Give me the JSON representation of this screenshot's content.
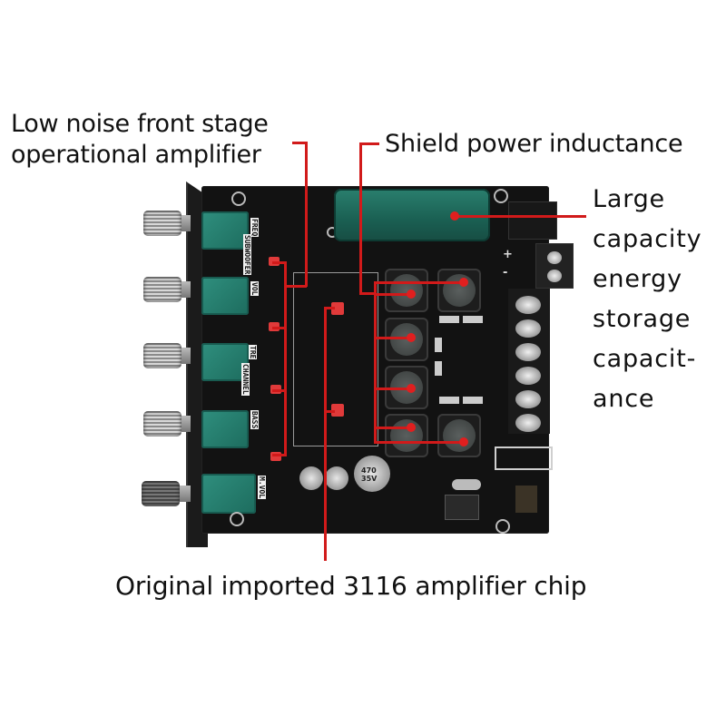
{
  "image": {
    "description": "Annotated product photo of a Bluetooth audio amplifier PCB with tone-control potentiometers",
    "background_color": "#ffffff",
    "annotation_color": "#d11a1a"
  },
  "callouts": {
    "opamp": {
      "line1": "Low noise front stage",
      "line2": "operational amplifier"
    },
    "inductor": {
      "text": "Shield power inductance"
    },
    "capacitor": {
      "lines": [
        "Large",
        "capacity",
        "energy",
        "storage",
        "capacit-",
        "ance"
      ]
    },
    "chip": {
      "text": "Original imported 3116 amplifier chip"
    }
  },
  "board": {
    "pcb_color": "#121212",
    "pot_color": "#2f8f7e",
    "silkscreen_labels": [
      "FREQ",
      "SUBWOOFER",
      "VOL",
      "TRE",
      "CHANNEL",
      "BASS",
      "M.VOL"
    ],
    "power_terminal_marks": [
      "+",
      "-"
    ],
    "electrolytic_cap_marking": "470 35V",
    "knob_count": 5,
    "inductor_count": 6,
    "speaker_terminal_screws": 6
  }
}
